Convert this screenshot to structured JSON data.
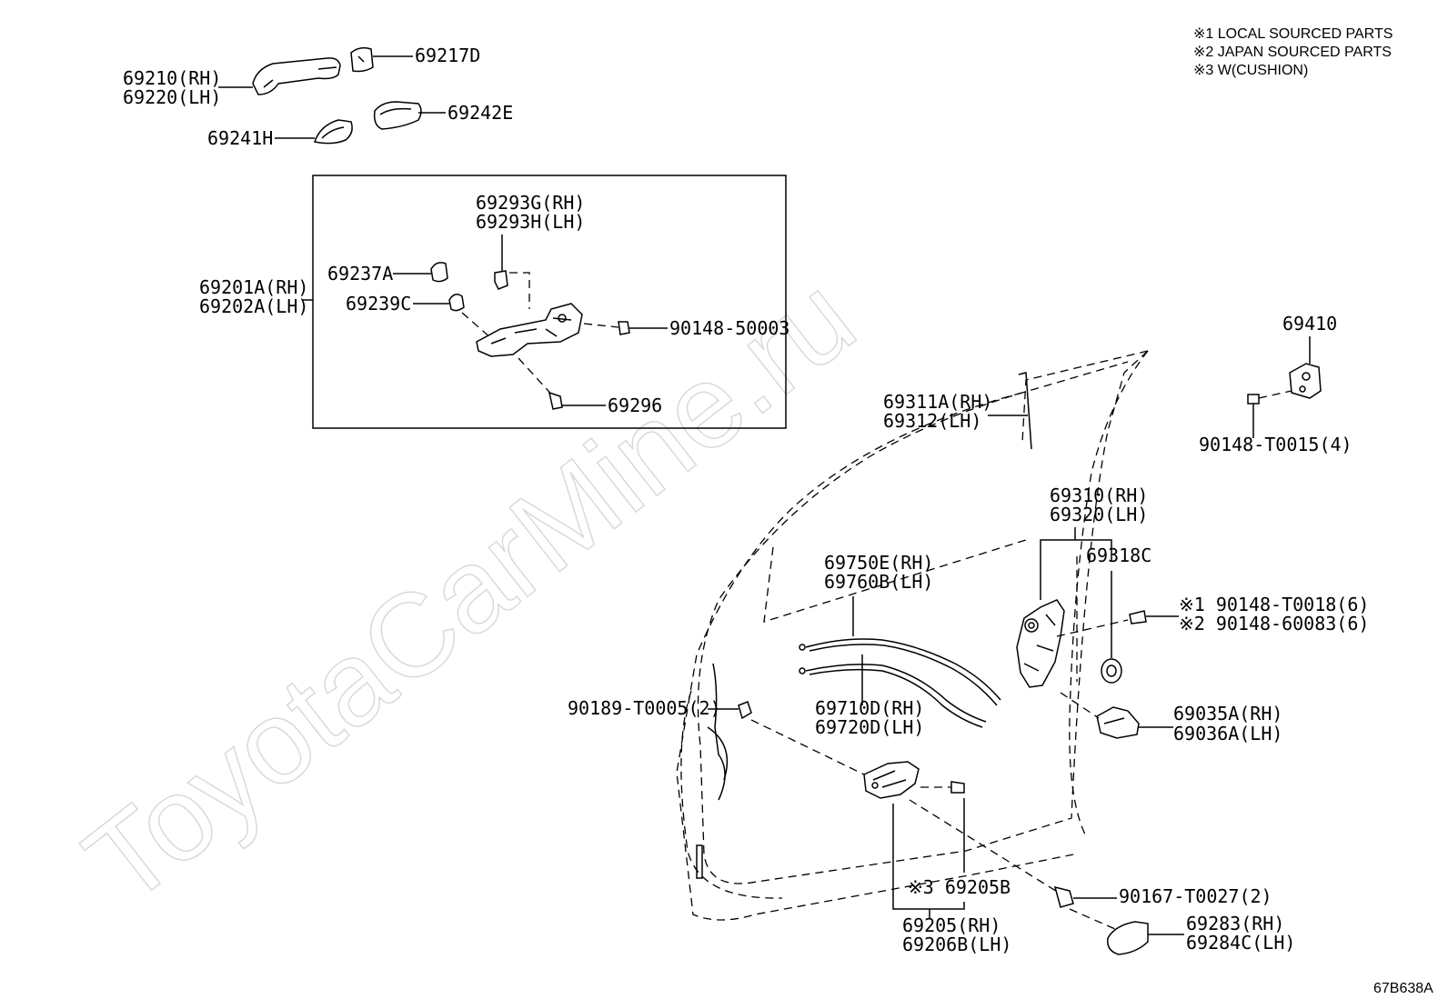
{
  "notes": [
    "※1 LOCAL SOURCED PARTS",
    "※2 JAPAN SOURCED PARTS",
    "※3 W(CUSHION)"
  ],
  "watermark": "ToyotaCarMine.ru",
  "diagram_code": "67B638A",
  "labels": {
    "l69210": "69210(RH)",
    "l69220": "69220(LH)",
    "l69217D": "69217D",
    "l69242E": "69242E",
    "l69241H": "69241H",
    "l69293G": "69293G(RH)",
    "l69293H": "69293H(LH)",
    "l69237A": "69237A",
    "l69201A": "69201A(RH)",
    "l69202A": "69202A(LH)",
    "l69239C": "69239C",
    "l90148_50003": "90148-50003",
    "l69296": "69296",
    "l69410": "69410",
    "l90148_T0015": "90148-T0015(4)",
    "l69311A": "69311A(RH)",
    "l69312": "69312(LH)",
    "l69310": "69310(RH)",
    "l69320": "69320(LH)",
    "l69318C": "69318C",
    "l69750E": "69750E(RH)",
    "l69760B": "69760B(LH)",
    "l90148_T0018": "※1 90148-T0018(6)",
    "l90148_60083": "※2 90148-60083(6)",
    "l69710D": "69710D(RH)",
    "l69720D": "69720D(LH)",
    "l90189": "90189-T0005(2)",
    "l69035A": "69035A(RH)",
    "l69036A": "69036A(LH)",
    "l69205B": "※3 69205B",
    "l90167": "90167-T0027(2)",
    "l69205": "69205(RH)",
    "l69206B": "69206B(LH)",
    "l69283": "69283(RH)",
    "l69284C": "69284C(LH)"
  }
}
